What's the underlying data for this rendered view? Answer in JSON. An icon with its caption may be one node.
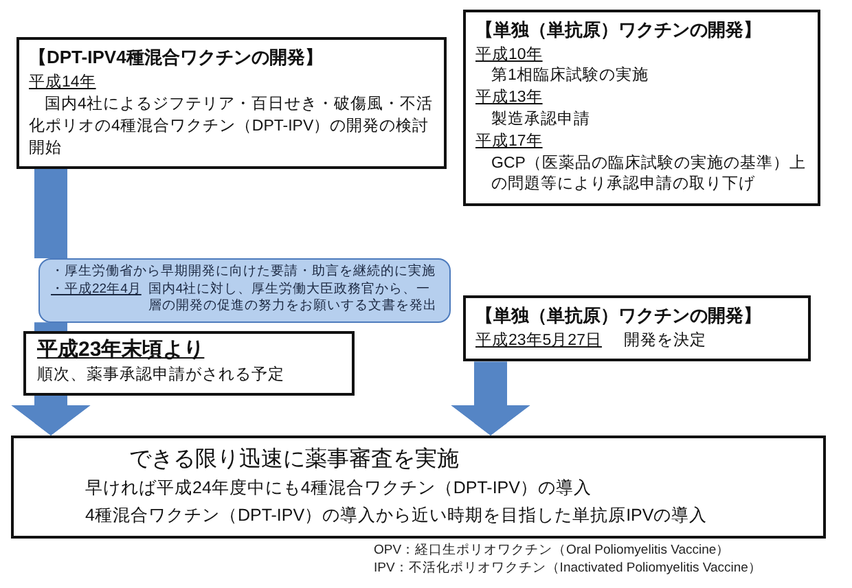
{
  "diagram": {
    "nodes": [
      {
        "text": [
          "【DPT-IPV4種混合ワクチンの開発】",
          "平成14年",
          "国内4社によるジフテリア・百日せき・破傷風・不活化ポリオの4種混合ワクチン（DPT-IPV）の開発の検討開始"
        ]
      },
      {
        "text": [
          "・厚生労働省から早期開発に向けた要請・助言を継続的に実施",
          "・平成22年4月",
          "国内4社に対し、厚生労働大臣政務官から、一層の開発の促進の努力をお願いする文書を発出"
        ]
      },
      {
        "text": [
          "平成23年末頃より",
          "順次、薬事承認申請がされる予定"
        ]
      },
      {
        "text": [
          "【単独（単抗原）ワクチンの開発】",
          "平成10年",
          "第1相臨床試験の実施",
          "平成13年",
          "製造承認申請",
          "平成17年",
          "GCP（医薬品の臨床試験の実施の基準）上の問題等により承認申請の取り下げ"
        ]
      },
      {
        "text": [
          "【単独（単抗原）ワクチンの開発】",
          "平成23年5月27日",
          "開発を決定"
        ]
      },
      {
        "text": [
          "できる限り迅速に薬事審査を実施",
          "早ければ平成24年度中にも4種混合ワクチン（DPT-IPV）の導入",
          "4種混合ワクチン（DPT-IPV）の導入から近い時期を目指した単抗原IPVの導入"
        ]
      }
    ],
    "edges": [
      {
        "from": 0,
        "to": 1,
        "arrow": "none"
      },
      {
        "from": 1,
        "to": 2,
        "arrow": "none"
      },
      {
        "from": 2,
        "to": 5,
        "arrow": "to"
      },
      {
        "from": 4,
        "to": 5,
        "arrow": "to"
      }
    ],
    "labels": [
      "OPV：経口生ポリオワクチン（Oral Poliomyelitis Vaccine）",
      "IPV：不活化ポリオワクチン（Inactivated Poliomyelitis Vaccine）"
    ]
  }
}
